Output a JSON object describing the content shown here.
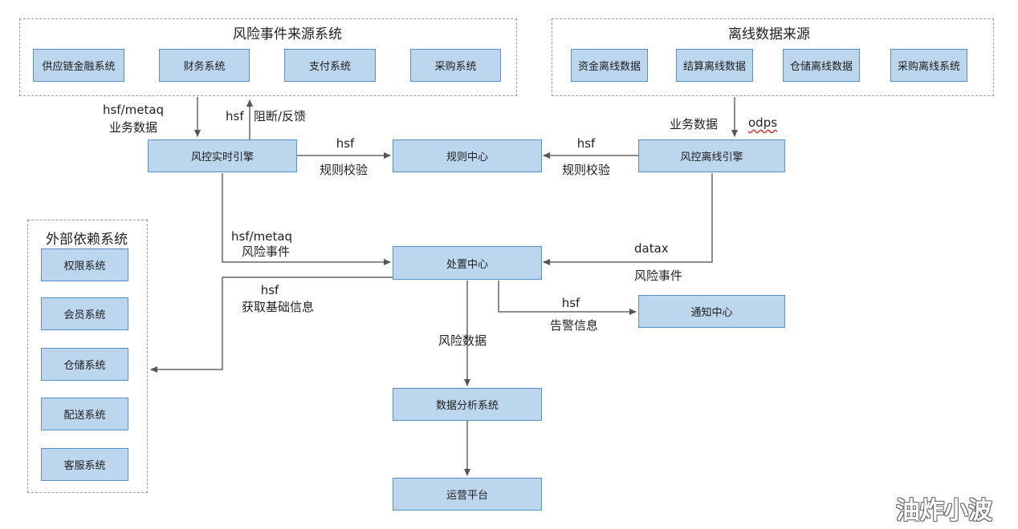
{
  "groups": {
    "source_system": {
      "title": "风险事件来源系统"
    },
    "offline_source": {
      "title": "离线数据来源"
    },
    "external": {
      "title": "外部依赖系统"
    }
  },
  "nodes": {
    "supply_chain": "供应链金融系统",
    "finance": "财务系统",
    "payment": "支付系统",
    "purchase": "采购系统",
    "fund_offline": "资金离线数据",
    "settle_offline": "结算离线数据",
    "warehouse_offline": "仓储离线数据",
    "purchase_offline": "采购离线系统",
    "realtime_engine": "风控实时引擎",
    "rule_center": "规则中心",
    "offline_engine": "风控离线引擎",
    "disposal_center": "处置中心",
    "notify_center": "通知中心",
    "analysis": "数据分析系统",
    "ops_platform": "运营平台",
    "permission": "权限系统",
    "member": "会员系统",
    "warehouse": "仓储系统",
    "delivery": "配送系统",
    "customer_service": "客服系统"
  },
  "labels": {
    "hsf_metaq_top": "hsf/metaq",
    "biz_data_left": "业务数据",
    "hsf_block": "hsf",
    "block_feedback": "阻断/反馈",
    "biz_data_right": "业务数据",
    "odps": "odps",
    "hsf_rule_left": "hsf",
    "rule_check_left": "规则校验",
    "hsf_rule_right": "hsf",
    "rule_check_right": "规则校验",
    "hsf_metaq_mid": "hsf/metaq",
    "risk_event_left": "风险事件",
    "datax": "datax",
    "risk_event_right": "风险事件",
    "hsf_basic": "hsf",
    "get_basic_info": "获取基础信息",
    "hsf_notify": "hsf",
    "alarm_info": "告警信息",
    "risk_data": "风险数据"
  },
  "watermark": "油炸小波"
}
